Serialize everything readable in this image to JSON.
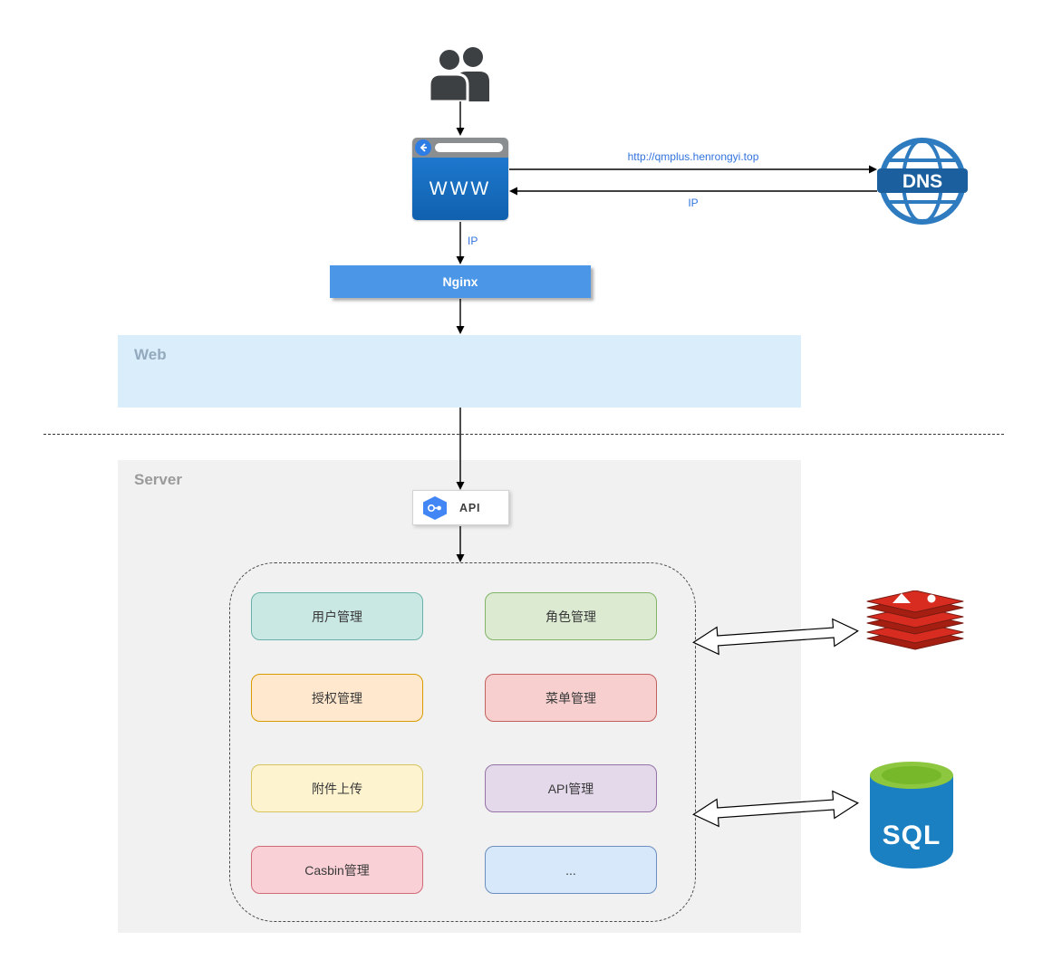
{
  "users": {
    "icon": "users-icon"
  },
  "browser": {
    "title": "WWW",
    "icons": [
      "back-arrow-icon",
      "address-bar"
    ]
  },
  "dns": {
    "label": "DNS",
    "icon": "dns-globe-icon"
  },
  "edges": {
    "browser_to_dns": {
      "label": "http://qmplus.henrongyi.top"
    },
    "dns_to_browser": {
      "label": "IP"
    },
    "browser_to_nginx": {
      "label": "IP"
    }
  },
  "nginx": {
    "label": "Nginx"
  },
  "zones": {
    "web": {
      "label": "Web"
    },
    "server": {
      "label": "Server"
    }
  },
  "api": {
    "label": "API",
    "icon": "api-hexagon-icon"
  },
  "modules": [
    {
      "label": "用户管理",
      "bg": "#c9e7e3",
      "border": "#69b2aa"
    },
    {
      "label": "角色管理",
      "bg": "#dcead2",
      "border": "#82b366"
    },
    {
      "label": "授权管理",
      "bg": "#ffe8cd",
      "border": "#d79b00"
    },
    {
      "label": "菜单管理",
      "bg": "#f6cfce",
      "border": "#c26260"
    },
    {
      "label": "附件上传",
      "bg": "#fdf3cf",
      "border": "#d6c35c"
    },
    {
      "label": "API管理",
      "bg": "#e3d9eb",
      "border": "#9673a6"
    },
    {
      "label": "Casbin管理",
      "bg": "#f9d0d6",
      "border": "#d06a77"
    },
    {
      "label": "...",
      "bg": "#d7e8fa",
      "border": "#6c8ebf"
    }
  ],
  "datastores": {
    "redis": {
      "icon": "redis-icon"
    },
    "sql": {
      "label": "SQL",
      "icon": "sql-database-icon"
    }
  },
  "colors": {
    "edge_label": "#3273dd",
    "nginx": "#4c96e8",
    "web_zone": "#d9edfb",
    "server_zone": "#f1f1f1",
    "browser_body": "#1a6fc0",
    "dns_blue": "#2e7bc0",
    "redis_red": "#d82c20",
    "sql_blue": "#1a80c2",
    "sql_green": "#8dc63f"
  }
}
